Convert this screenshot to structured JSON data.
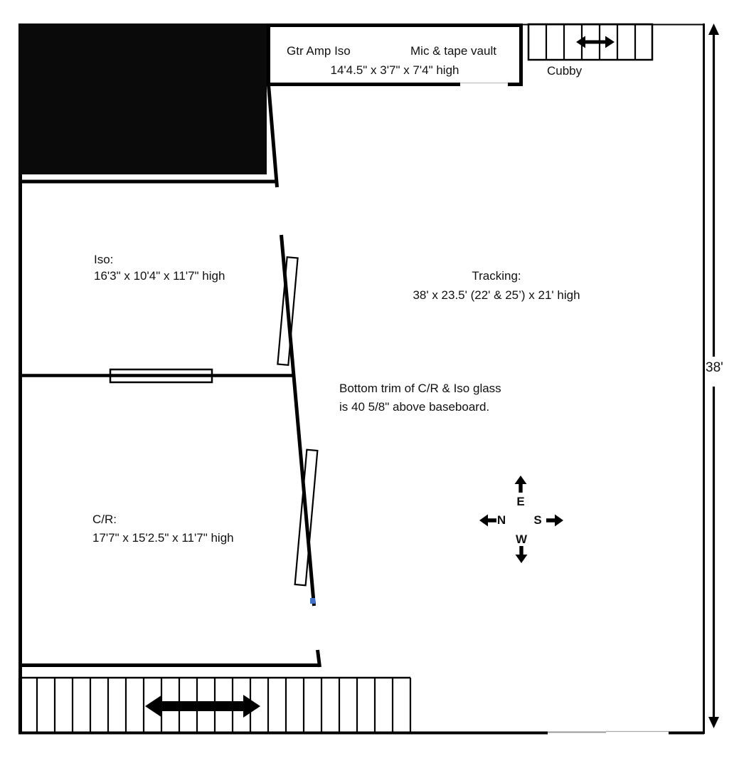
{
  "rooms": {
    "gtr_amp_iso": {
      "label_left": "Gtr Amp Iso",
      "label_right": "Mic & tape vault",
      "dimensions": "14'4.5\" x 3'7\" x 7'4\" high"
    },
    "cubby": {
      "label": "Cubby"
    },
    "iso": {
      "label": "Iso:",
      "dimensions": "16'3\" x 10'4\" x 11'7\" high"
    },
    "tracking": {
      "label": "Tracking:",
      "dimensions": "38' x 23.5' (22' & 25’) x 21' high"
    },
    "cr": {
      "label": "C/R:",
      "dimensions": "17'7\" x 15'2.5\" x 11'7\" high"
    }
  },
  "notes": {
    "glass_line1": "Bottom trim of C/R & Iso glass",
    "glass_line2": "is 40 5/8\" above baseboard."
  },
  "dimensions": {
    "building_height": "38'"
  },
  "compass": {
    "up_label": "E",
    "left_label": "N",
    "right_label": "S",
    "down_label": "W"
  },
  "colors": {
    "wall": "#000000",
    "marker": "#4472c4",
    "background": "#ffffff",
    "text": "#111111"
  }
}
